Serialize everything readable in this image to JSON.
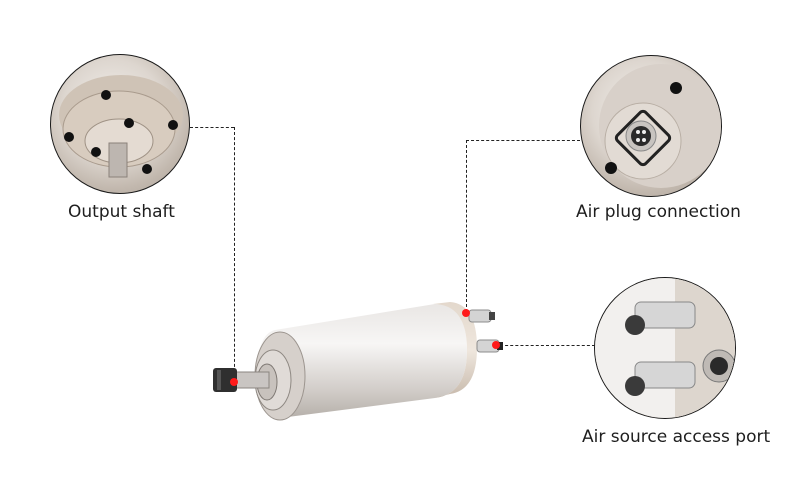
{
  "callouts": [
    {
      "id": "output-shaft",
      "label": "Output shaft"
    },
    {
      "id": "air-plug-connection",
      "label": "Air plug connection"
    },
    {
      "id": "air-source-access-port",
      "label": "Air source access port"
    }
  ],
  "colors": {
    "marker": "#ff1a1a",
    "line": "#222222",
    "metal": "#d9d2cb",
    "background": "#ffffff"
  }
}
